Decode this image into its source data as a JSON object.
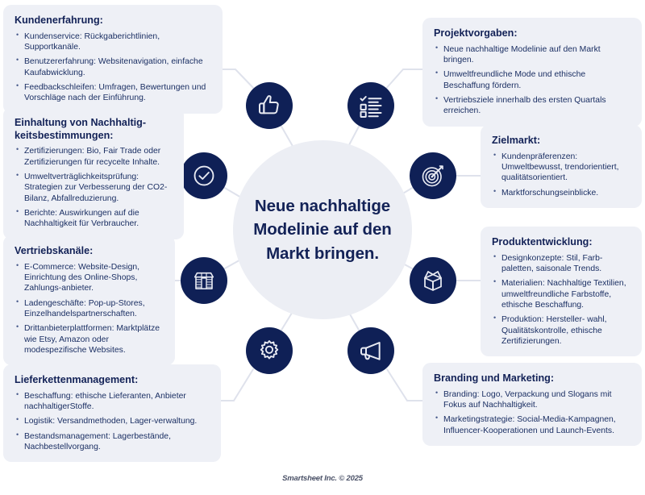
{
  "center": {
    "title": "Neue nachhaltige Modelinie auf den Markt bringen."
  },
  "footer": {
    "text": "Smartsheet Inc. © 2025"
  },
  "colors": {
    "node_fill": "#0f2056",
    "card_bg": "#eef0f6",
    "center_bg": "#eceef4",
    "text": "#132257",
    "line": "#dfe2ec"
  },
  "nodes": [
    {
      "id": "thumb",
      "icon": "thumbs-up-icon",
      "label": "Kundenerfahrung"
    },
    {
      "id": "check",
      "icon": "checklist-icon",
      "label": "Projektvorgaben"
    },
    {
      "id": "target",
      "icon": "target-icon",
      "label": "Zielmarkt"
    },
    {
      "id": "box",
      "icon": "open-box-icon",
      "label": "Produktentwicklung"
    },
    {
      "id": "mega",
      "icon": "megaphone-icon",
      "label": "Branding und Marketing"
    },
    {
      "id": "gear",
      "icon": "gear-icon",
      "label": "Lieferkettenmanagement"
    },
    {
      "id": "store",
      "icon": "storefront-icon",
      "label": "Vertriebskanäle"
    },
    {
      "id": "badge",
      "icon": "check-circle-icon",
      "label": "Einhaltung von Nachhaltigkeitsbestimmungen"
    }
  ],
  "cards": {
    "kundenerfahrung": {
      "title": "Kundenerfahrung:",
      "items": [
        "Kundenservice: Rückgaberichtlinien, Supportkanäle.",
        "Benutzererfahrung: Websitenavigation, einfache Kaufabwicklung.",
        "Feedbackschleifen: Umfragen, Bewertungen und Vorschläge nach der Einführung."
      ]
    },
    "einhaltung": {
      "title": "Einhaltung von Nachhaltig­keitsbestimmungen:",
      "items": [
        "Zertifizierungen: Bio, Fair Trade oder Zertifizierungen für recycelte Inhalte.",
        "Umweltverträglichkeitsprüfung: Strategien zur Verbesserung der CO2-Bilanz, Abfallreduzierung.",
        "Berichte: Auswirkungen auf die Nachhaltigkeit für Verbraucher."
      ]
    },
    "vertrieb": {
      "title": "Vertriebskanäle:",
      "items": [
        "E-Commerce: Website-Design, Einrichtung des Online-Shops, Zahlungs-anbieter.",
        "Ladengeschäfte: Pop-up-Stores, Einzelhandelspartnerschaften.",
        "Drittanbieterplattformen: Marktplätze wie Etsy, Amazon oder modespezifische Websites."
      ]
    },
    "lieferkette": {
      "title": "Lieferkettenmanagement:",
      "items": [
        "Beschaffung: ethische Lieferanten, Anbieter nachhaltigerStoffe.",
        "Logistik: Versandmethoden, Lager-verwaltung.",
        "Bestandsmanagement: Lagerbestände, Nachbestellvorgang."
      ]
    },
    "projekt": {
      "title": "Projektvorgaben:",
      "items": [
        "Neue nachhaltige Modelinie auf den Markt bringen.",
        "Umweltfreundliche Mode und ethische Beschaffung fördern.",
        "Vertriebsziele innerhalb des ersten Quartals erreichen."
      ]
    },
    "zielmarkt": {
      "title": "Zielmarkt:",
      "items": [
        "Kundenpräferenzen: Umweltbewusst, trendorientiert, qualitätsorientiert.",
        "Marktforschungseinblicke."
      ]
    },
    "produkt": {
      "title": "Produktentwicklung:",
      "items": [
        "Designkonzepte: Stil, Farb-paletten, saisonale Trends.",
        "Materialien: Nachhaltige Textilien, umweltfreundliche Farbstoffe, ethische Beschaffung.",
        "Produktion: Hersteller- wahl, Qualitätskontrolle, ethische Zertifizierungen."
      ]
    },
    "branding": {
      "title": "Branding und Marketing:",
      "items": [
        "Branding: Logo, Verpackung und Slogans mit Fokus auf Nachhaltigkeit.",
        "Marketingstrategie: Social-Media-Kampagnen, Influencer-Kooperationen und Launch-Events."
      ]
    }
  }
}
